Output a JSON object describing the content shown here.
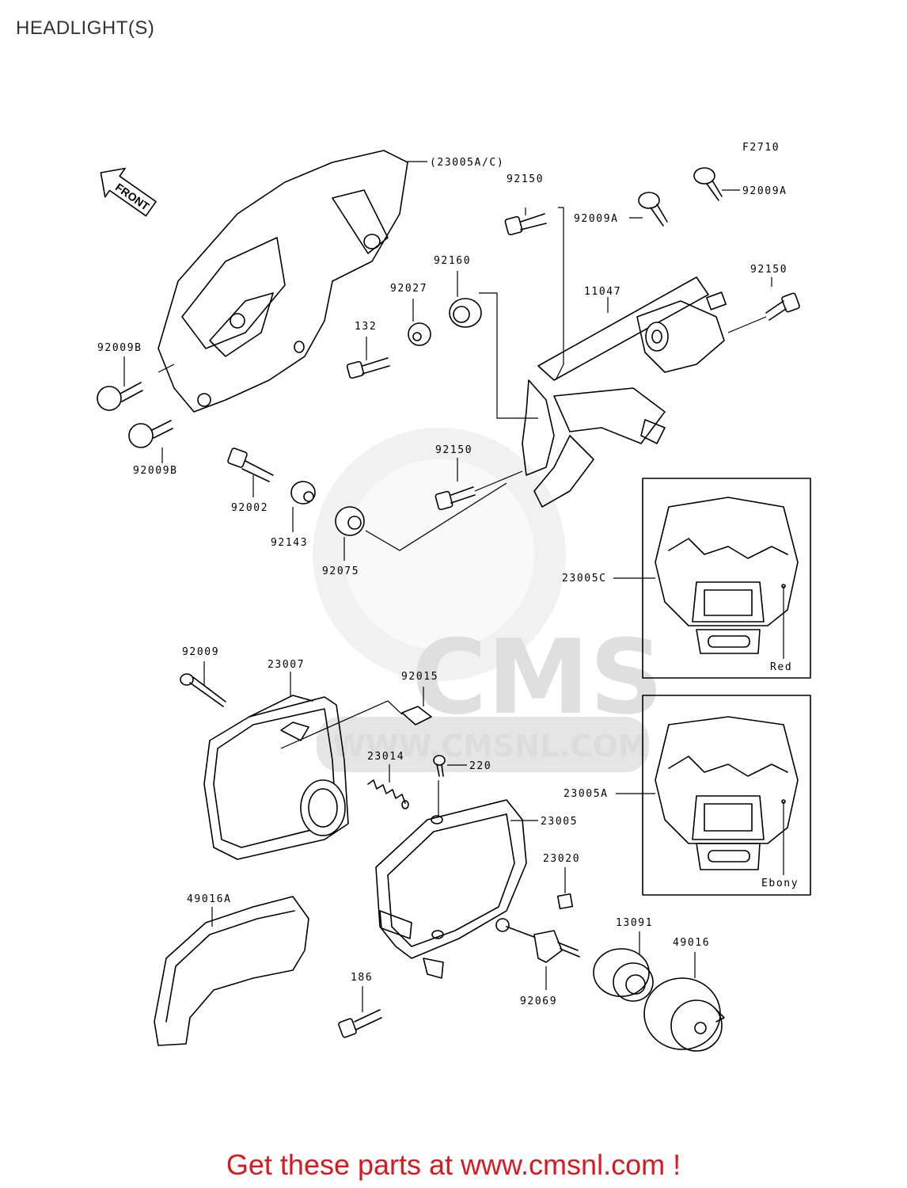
{
  "title": "HEADLIGHT(S)",
  "figure_code": "F2710",
  "front_arrow": "FRONT",
  "watermark": {
    "brand": "CMS",
    "url": "WWW.CMSNL.COM"
  },
  "footer": "Get these parts at www.cmsnl.com !",
  "variants": [
    {
      "code": "23005C",
      "color": "Red"
    },
    {
      "code": "23005A",
      "color": "Ebony"
    }
  ],
  "parts": {
    "p23005ac": "(23005A/C)",
    "p92150a": "92150",
    "p92009a1": "92009A",
    "p92009a2": "92009A",
    "p92160": "92160",
    "p92027": "92027",
    "p11047": "11047",
    "p92150b": "92150",
    "p132": "132",
    "p92009b1": "92009B",
    "p92009b2": "92009B",
    "p92150c": "92150",
    "p92002": "92002",
    "p92143": "92143",
    "p92075": "92075",
    "p23005c": "23005C",
    "p92009": "92009",
    "p23007": "23007",
    "p92015": "92015",
    "p23014": "23014",
    "p220": "220",
    "p23005a": "23005A",
    "p23005": "23005",
    "p23020": "23020",
    "p49016a": "49016A",
    "p13091": "13091",
    "p49016": "49016",
    "p186": "186",
    "p92069": "92069"
  }
}
